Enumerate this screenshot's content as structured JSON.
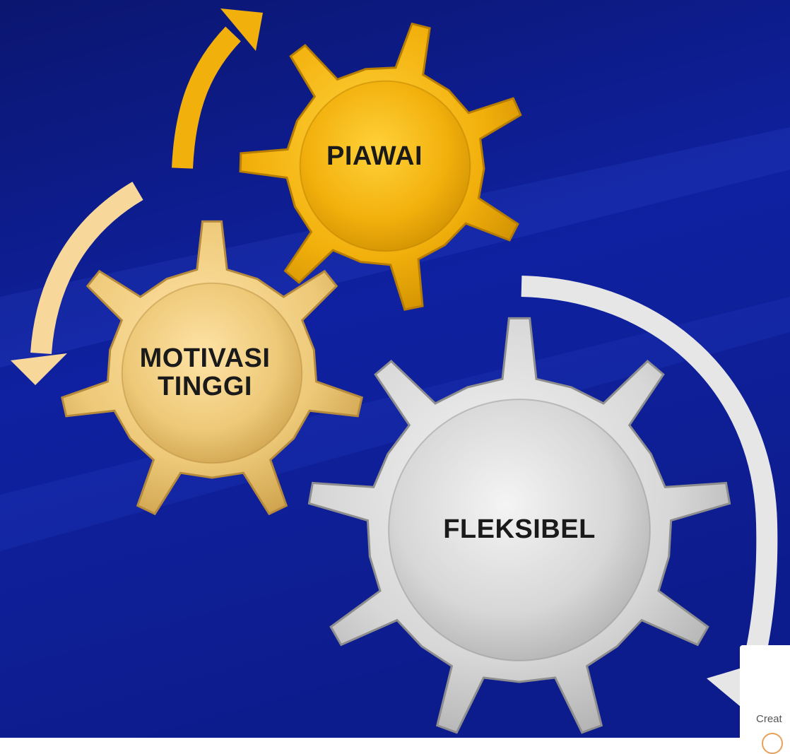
{
  "gears": {
    "piawai": {
      "label": "PIAWAI",
      "color": "#f2b00c"
    },
    "motivasi": {
      "line1": "MOTIVASI",
      "line2": "TINGGI",
      "color": "#edc978"
    },
    "fleksibel": {
      "label": "FLEKSIBEL",
      "color": "#d7d7d7"
    }
  },
  "arrows": [
    {
      "name": "arrow-to-piawai",
      "color": "#f2b00c"
    },
    {
      "name": "arrow-to-motivasi",
      "color": "#f7d79a"
    },
    {
      "name": "arrow-to-fleksibel",
      "color": "#e6e6e6"
    }
  ],
  "background": {
    "top": "#0a1a7a",
    "bottom": "#1428a8"
  },
  "badge": {
    "text": "Creat"
  }
}
